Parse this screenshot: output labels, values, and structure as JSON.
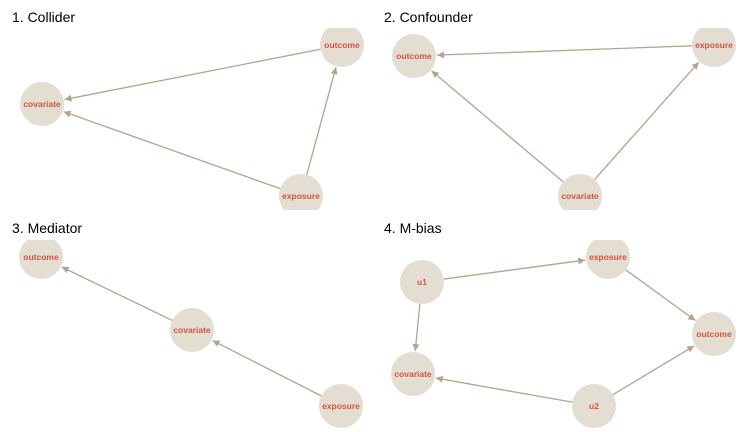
{
  "panels": [
    {
      "title": "1. Collider",
      "nodes": [
        {
          "id": "covariate",
          "label": "covariate"
        },
        {
          "id": "outcome",
          "label": "outcome"
        },
        {
          "id": "exposure",
          "label": "exposure"
        }
      ],
      "edges": [
        {
          "from": "outcome",
          "to": "covariate"
        },
        {
          "from": "exposure",
          "to": "covariate"
        },
        {
          "from": "exposure",
          "to": "outcome"
        }
      ]
    },
    {
      "title": "2. Confounder",
      "nodes": [
        {
          "id": "outcome",
          "label": "outcome"
        },
        {
          "id": "exposure",
          "label": "exposure"
        },
        {
          "id": "covariate",
          "label": "covariate"
        }
      ],
      "edges": [
        {
          "from": "exposure",
          "to": "outcome"
        },
        {
          "from": "covariate",
          "to": "outcome"
        },
        {
          "from": "covariate",
          "to": "exposure"
        }
      ]
    },
    {
      "title": "3. Mediator",
      "nodes": [
        {
          "id": "outcome",
          "label": "outcome"
        },
        {
          "id": "covariate",
          "label": "covariate"
        },
        {
          "id": "exposure",
          "label": "exposure"
        }
      ],
      "edges": [
        {
          "from": "covariate",
          "to": "outcome"
        },
        {
          "from": "exposure",
          "to": "covariate"
        }
      ]
    },
    {
      "title": "4. M-bias",
      "nodes": [
        {
          "id": "u1",
          "label": "u1"
        },
        {
          "id": "exposure",
          "label": "exposure"
        },
        {
          "id": "outcome",
          "label": "outcome"
        },
        {
          "id": "covariate",
          "label": "covariate"
        },
        {
          "id": "u2",
          "label": "u2"
        }
      ],
      "edges": [
        {
          "from": "u1",
          "to": "exposure"
        },
        {
          "from": "u1",
          "to": "covariate"
        },
        {
          "from": "exposure",
          "to": "outcome"
        },
        {
          "from": "u2",
          "to": "outcome"
        },
        {
          "from": "u2",
          "to": "covariate"
        }
      ]
    }
  ],
  "colors": {
    "node_fill": "#e4ddd2",
    "node_label": "#d2553f",
    "edge": "#b4a38e"
  }
}
